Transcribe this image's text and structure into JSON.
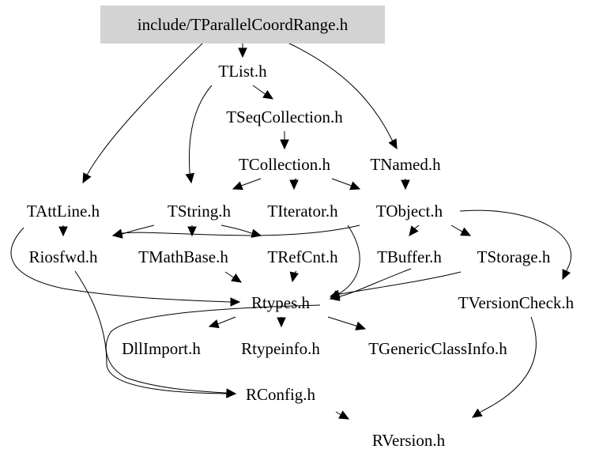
{
  "diagram": {
    "nodes": [
      {
        "id": "root",
        "label": "include/TParallelCoordRange.h",
        "highlighted": true
      },
      {
        "id": "tlist",
        "label": "TList.h"
      },
      {
        "id": "tseqcollection",
        "label": "TSeqCollection.h"
      },
      {
        "id": "tcollection",
        "label": "TCollection.h"
      },
      {
        "id": "tnamed",
        "label": "TNamed.h"
      },
      {
        "id": "tattline",
        "label": "TAttLine.h"
      },
      {
        "id": "tstring",
        "label": "TString.h"
      },
      {
        "id": "titerator",
        "label": "TIterator.h"
      },
      {
        "id": "tobject",
        "label": "TObject.h"
      },
      {
        "id": "riosfwd",
        "label": "Riosfwd.h"
      },
      {
        "id": "tmathbase",
        "label": "TMathBase.h"
      },
      {
        "id": "trefcnt",
        "label": "TRefCnt.h"
      },
      {
        "id": "tbuffer",
        "label": "TBuffer.h"
      },
      {
        "id": "tstorage",
        "label": "TStorage.h"
      },
      {
        "id": "rtypes",
        "label": "Rtypes.h"
      },
      {
        "id": "tversioncheck",
        "label": "TVersionCheck.h"
      },
      {
        "id": "dllimport",
        "label": "DllImport.h"
      },
      {
        "id": "rtypeinfo",
        "label": "Rtypeinfo.h"
      },
      {
        "id": "tgenericclassinfo",
        "label": "TGenericClassInfo.h"
      },
      {
        "id": "rconfig",
        "label": "RConfig.h"
      },
      {
        "id": "rversion",
        "label": "RVersion.h"
      }
    ],
    "edges": [
      [
        "root",
        "tlist"
      ],
      [
        "root",
        "tnamed"
      ],
      [
        "root",
        "tattline"
      ],
      [
        "tlist",
        "tseqcollection"
      ],
      [
        "tlist",
        "tstring"
      ],
      [
        "tseqcollection",
        "tcollection"
      ],
      [
        "tcollection",
        "tobject"
      ],
      [
        "tcollection",
        "tstring"
      ],
      [
        "tcollection",
        "titerator"
      ],
      [
        "tnamed",
        "tobject"
      ],
      [
        "tattline",
        "riosfwd"
      ],
      [
        "tattline",
        "rtypes"
      ],
      [
        "tstring",
        "riosfwd"
      ],
      [
        "tstring",
        "tmathbase"
      ],
      [
        "tstring",
        "trefcnt"
      ],
      [
        "tstring",
        "rtypes"
      ],
      [
        "tobject",
        "riosfwd"
      ],
      [
        "tobject",
        "tbuffer"
      ],
      [
        "tobject",
        "tstorage"
      ],
      [
        "tobject",
        "tversioncheck"
      ],
      [
        "tobject",
        "rtypes"
      ],
      [
        "tmathbase",
        "rtypes"
      ],
      [
        "trefcnt",
        "rtypes"
      ],
      [
        "tstorage",
        "rtypes"
      ],
      [
        "riosfwd",
        "rconfig"
      ],
      [
        "rtypes",
        "dllimport"
      ],
      [
        "rtypes",
        "rtypeinfo"
      ],
      [
        "rtypes",
        "tgenericclassinfo"
      ],
      [
        "rtypes",
        "rconfig"
      ],
      [
        "rconfig",
        "rversion"
      ],
      [
        "tversioncheck",
        "rversion"
      ]
    ]
  }
}
